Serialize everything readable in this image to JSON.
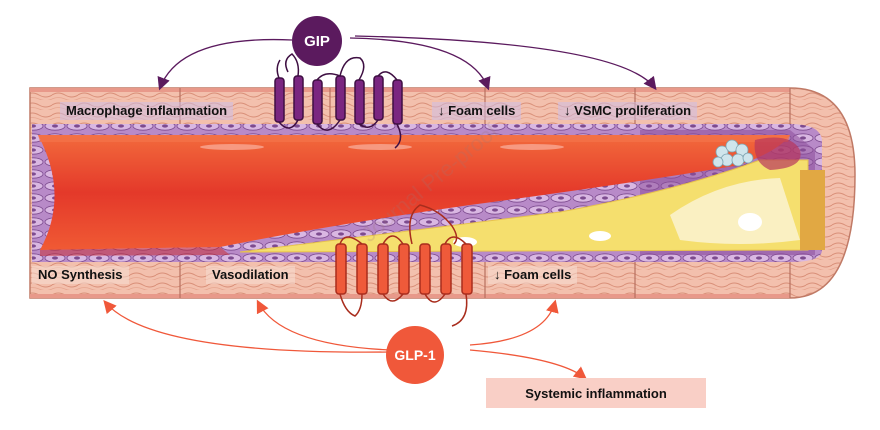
{
  "hormones": {
    "gip": "GIP",
    "glp1": "GLP-1"
  },
  "top_labels": {
    "macrophage": "Macrophage inflammation",
    "foam": "↓ Foam cells",
    "vsmc": "↓ VSMC proliferation"
  },
  "bottom_labels": {
    "no": "NO Synthesis",
    "vaso": "Vasodilation",
    "foam": "↓ Foam cells"
  },
  "systemic": "Systemic inflammation",
  "watermark": "Journal Pre-proof",
  "colors": {
    "gip": "#5b1a5e",
    "glp1": "#f0583a",
    "blood": "#e8402a",
    "plaque": "#f6e27a",
    "wall": "#f2b9a5"
  }
}
